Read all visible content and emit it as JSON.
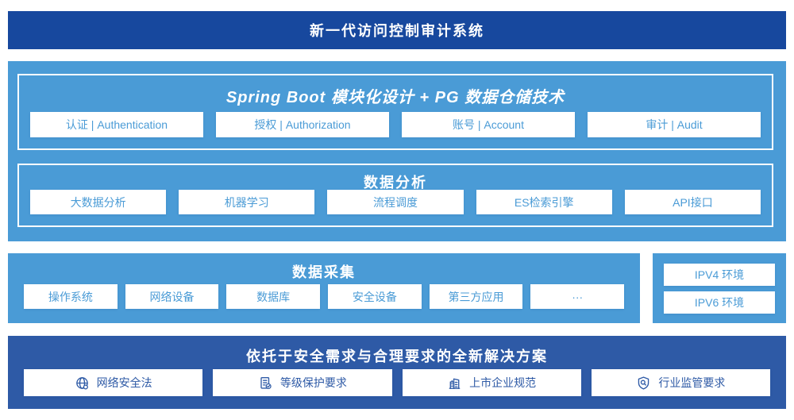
{
  "colors": {
    "banner_dark_blue": "#17489E",
    "section_mid_blue": "#4A9BD6",
    "solution_deep_blue": "#2E5AA6",
    "button_bg": "#ffffff"
  },
  "header": {
    "title": "新一代访问控制审计系统"
  },
  "platform": {
    "modules_box": {
      "title": "Spring Boot 模块化设计 + PG 数据仓储技术",
      "items": [
        "认证 | Authentication",
        "授权 | Authorization",
        "账号 | Account",
        "审计 | Audit"
      ]
    },
    "analysis_box": {
      "title": "数据分析",
      "items": [
        "大数据分析",
        "机器学习",
        "流程调度",
        "ES检索引擎",
        "API接口"
      ]
    }
  },
  "collection": {
    "title": "数据采集",
    "items": [
      "操作系统",
      "网络设备",
      "数据库",
      "安全设备",
      "第三方应用",
      "···"
    ]
  },
  "network_env": {
    "items": [
      "IPV4 环境",
      "IPV6 环境"
    ]
  },
  "solution": {
    "title": "依托于安全需求与合理要求的全新解决方案",
    "items": [
      {
        "icon": "globe-icon",
        "label": "网络安全法"
      },
      {
        "icon": "document-check-icon",
        "label": "等级保护要求"
      },
      {
        "icon": "building-icon",
        "label": "上市企业规范"
      },
      {
        "icon": "shield-search-icon",
        "label": "行业监管要求"
      }
    ]
  }
}
